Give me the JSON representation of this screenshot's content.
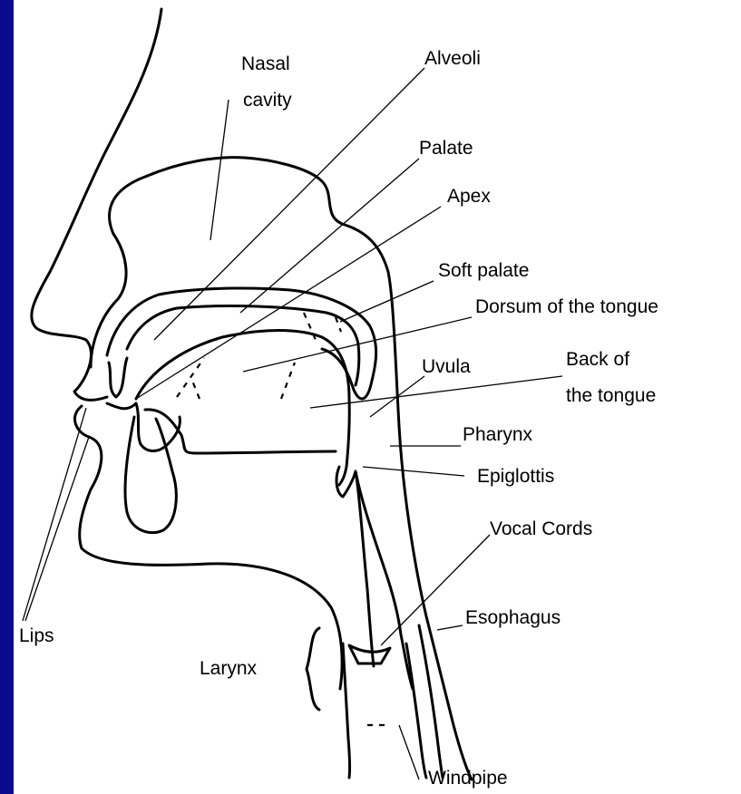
{
  "colors": {
    "border": "#0a0a8c",
    "background": "#ffffff",
    "ink": "#000000"
  },
  "labels": {
    "nasal_cavity": [
      "Nasal",
      "cavity"
    ],
    "alveoli": "Alveoli",
    "palate": "Palate",
    "apex": "Apex",
    "soft_palate": "Soft palate",
    "dorsum": "Dorsum of the tongue",
    "uvula": "Uvula",
    "back_of_tongue": [
      "Back of",
      "the tongue"
    ],
    "pharynx": "Pharynx",
    "epiglottis": "Epiglottis",
    "vocal_cords": "Vocal Cords",
    "esophagus": "Esophagus",
    "lips": "Lips",
    "larynx": "Larynx",
    "windpipe": "Windpipe"
  }
}
